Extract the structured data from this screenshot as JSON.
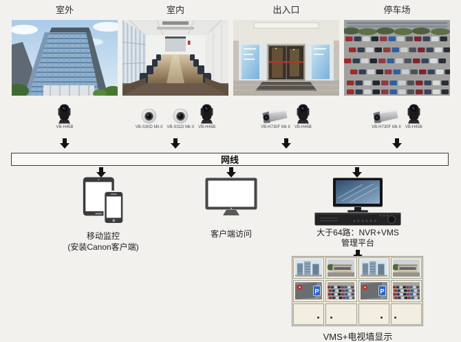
{
  "scenes": [
    {
      "label": "室外"
    },
    {
      "label": "室内"
    },
    {
      "label": "出入口"
    },
    {
      "label": "停车场"
    }
  ],
  "camera_groups": [
    {
      "models": [
        "VB-H45B"
      ]
    },
    {
      "models": [
        "VB-S30D Mk II",
        "VB-S31D Mk II",
        "VB-H45B"
      ]
    },
    {
      "models": [
        "VB-H730F Mk II",
        "VB-H45B"
      ]
    },
    {
      "models": [
        "VB-H730F Mk II",
        "VB-H45B"
      ]
    }
  ],
  "network_bar": {
    "label": "网线"
  },
  "clients": {
    "mobile": {
      "line1": "移动监控",
      "line2": "(安装Canon客户端)"
    },
    "desktop": {
      "line1": "客户端访问"
    },
    "nvr": {
      "line1": "大于64路：NVR+VMS",
      "line2": "管理平台"
    }
  },
  "video_wall": {
    "caption": "VMS+电视墙显示",
    "parking_sign_letter": "P"
  },
  "colors": {
    "background": "#f2f1ee",
    "arrow": "#121212",
    "network_bar_fill": "#faf9f6",
    "network_bar_border": "#3c3c3c",
    "video_wall_bg": "#efead8"
  }
}
